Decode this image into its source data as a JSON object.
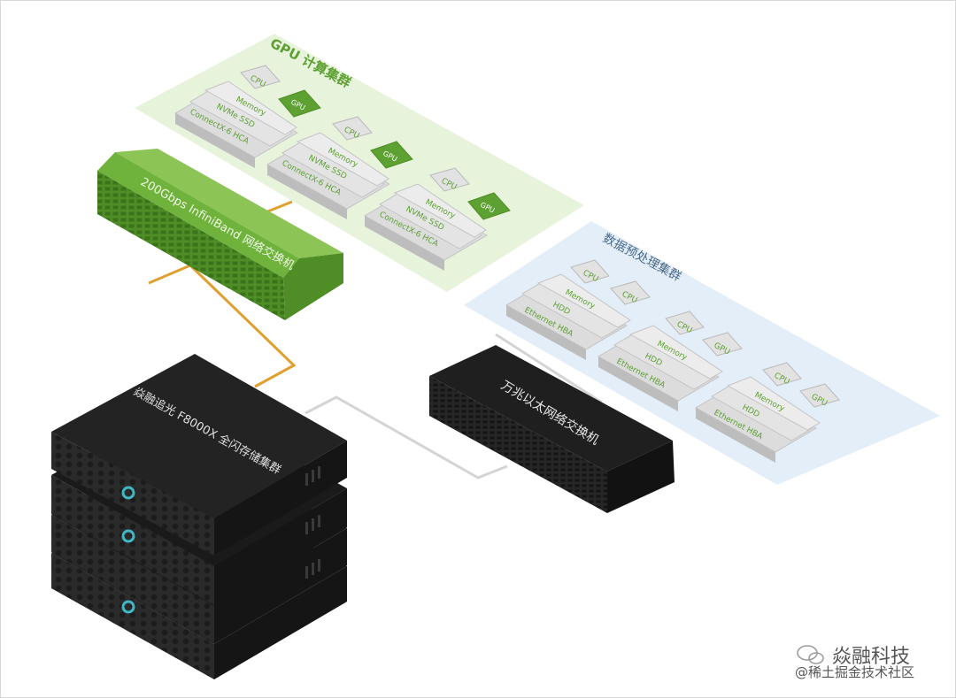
{
  "gpu_cluster": {
    "title": "GPU 计算集群",
    "nodes": [
      {
        "cpu": "CPU",
        "gpu": "GPU",
        "memory": "Memory",
        "storage": "NVMe SSD",
        "nic": "ConnectX-6 HCA"
      },
      {
        "cpu": "CPU",
        "gpu": "GPU",
        "memory": "Memory",
        "storage": "NVMe SSD",
        "nic": "ConnectX-6 HCA"
      },
      {
        "cpu": "CPU",
        "gpu": "GPU",
        "memory": "Memory",
        "storage": "NVMe SSD",
        "nic": "ConnectX-6 HCA"
      }
    ]
  },
  "preprocess_cluster": {
    "title": "数据预处理集群",
    "nodes": [
      {
        "cpu1": "CPU",
        "cpu2": "CPU",
        "memory": "Memory",
        "storage": "HDD",
        "nic": "Ethernet HBA"
      },
      {
        "cpu1": "CPU",
        "cpu2": "GPU",
        "memory": "Memory",
        "storage": "HDD",
        "nic": "Ethernet HBA"
      },
      {
        "cpu1": "CPU",
        "cpu2": "GPU",
        "memory": "Memory",
        "storage": "HDD",
        "nic": "Ethernet HBA"
      }
    ]
  },
  "infiniband_switch": {
    "label": "200Gbps InfiniBand 网络交换机"
  },
  "ethernet_switch": {
    "label": "万兆以太网络交换机"
  },
  "storage_cluster": {
    "label": "焱融追光 F8000X 全闪存储集群"
  },
  "watermark": {
    "line1": "焱融科技",
    "line2": "@稀土掘金技术社区"
  },
  "colors": {
    "gpu_green": "#5da132",
    "switch_green": "#6fb33d",
    "ib_cable": "#e0a030",
    "eth_cable": "#d4d4d4",
    "gpu_panel": "#e8f3dc",
    "pre_panel": "#e4eef8",
    "storage_logo": "#3fb8c4"
  }
}
